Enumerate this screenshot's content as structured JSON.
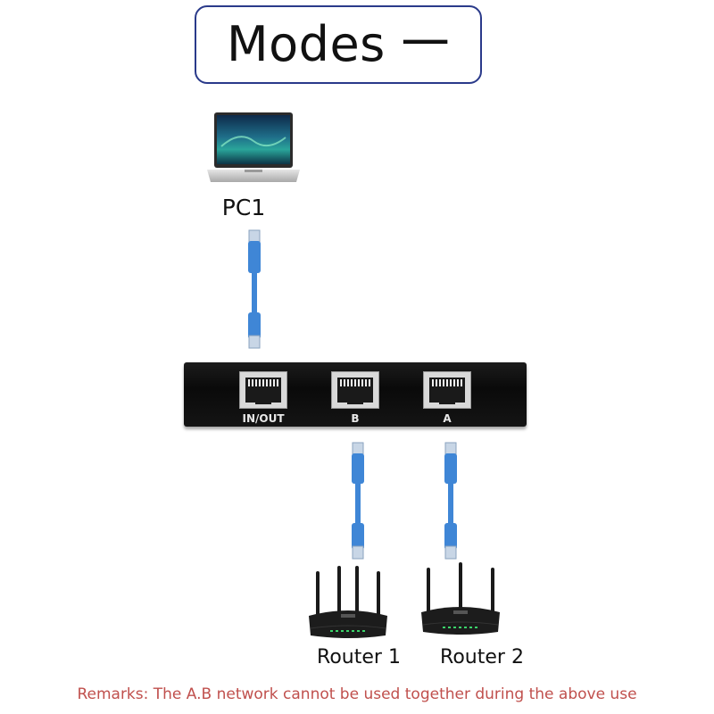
{
  "title": "Modes 一",
  "devices": {
    "pc": {
      "label": "PC1"
    },
    "router1": {
      "label": "Router 1"
    },
    "router2": {
      "label": "Router 2"
    }
  },
  "switch": {
    "ports": [
      {
        "label": "IN/OUT"
      },
      {
        "label": "B"
      },
      {
        "label": "A"
      }
    ]
  },
  "remark": "Remarks: The A.B network cannot be used together during the above use",
  "colors": {
    "title_border": "#2a3a8a",
    "cable": "#3f86d6",
    "remark_text": "#c0504d",
    "switch_body": "#111111"
  }
}
